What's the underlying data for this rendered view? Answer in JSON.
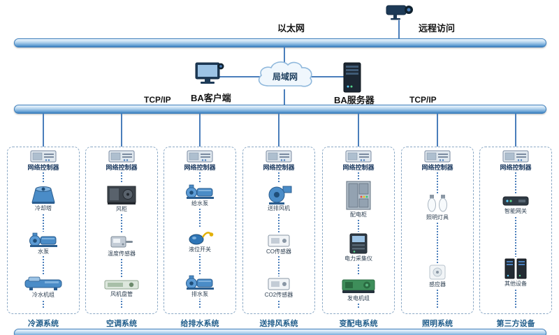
{
  "network": {
    "ethernet_label": "以太网",
    "remote_access_label": "远程访问",
    "lan_label": "局域网",
    "ba_client_label": "BA客户端",
    "ba_server_label": "BA服务器",
    "tcpip_left_label": "TCP/IP",
    "tcpip_right_label": "TCP/IP"
  },
  "colors": {
    "line": "#4a7ebb",
    "bus_fill": "#6ea7d8",
    "bus_border": "#3d7fbd",
    "dashed_border": "#8aa8c5",
    "system_label": "#1f5c8a",
    "controller_label": "#17365d",
    "device_label": "#2c3e50"
  },
  "columns": [
    {
      "controller_label": "网络控制器",
      "system_label": "冷源系统",
      "devices": [
        {
          "icon": "cooling-tower",
          "label": "冷却塔"
        },
        {
          "icon": "pump",
          "label": "水泵"
        },
        {
          "icon": "chiller",
          "label": "冷水机组"
        }
      ]
    },
    {
      "controller_label": "网络控制器",
      "system_label": "空调系统",
      "devices": [
        {
          "icon": "ahu",
          "label": "风柜"
        },
        {
          "icon": "temp-sensor",
          "label": "温度传感器"
        },
        {
          "icon": "fan-coil",
          "label": "风机盘管"
        }
      ]
    },
    {
      "controller_label": "网络控制器",
      "system_label": "给排水系统",
      "devices": [
        {
          "icon": "pump",
          "label": "给水泵"
        },
        {
          "icon": "float-switch",
          "label": "液位开关"
        },
        {
          "icon": "pump",
          "label": "排水泵"
        }
      ]
    },
    {
      "controller_label": "网络控制器",
      "system_label": "送排风系统",
      "devices": [
        {
          "icon": "fan",
          "label": "送排风机"
        },
        {
          "icon": "gas-sensor",
          "label": "CO传感器"
        },
        {
          "icon": "gas-sensor",
          "label": "CO2传感器"
        }
      ]
    },
    {
      "controller_label": "网络控制器",
      "system_label": "变配电系统",
      "devices": [
        {
          "icon": "cabinet",
          "label": "配电柜"
        },
        {
          "icon": "power-meter",
          "label": "电力采集仪"
        },
        {
          "icon": "generator",
          "label": "发电机组"
        }
      ]
    },
    {
      "controller_label": "网络控制器",
      "system_label": "照明系统",
      "devices": [
        {
          "icon": "lights",
          "label": "照明灯具"
        },
        {
          "icon": "sensor",
          "label": "感应器"
        }
      ]
    },
    {
      "controller_label": "网络控制器",
      "system_label": "第三方设备",
      "devices": [
        {
          "icon": "gateway",
          "label": "智能网关"
        },
        {
          "icon": "servers",
          "label": "其他设备"
        }
      ]
    }
  ]
}
